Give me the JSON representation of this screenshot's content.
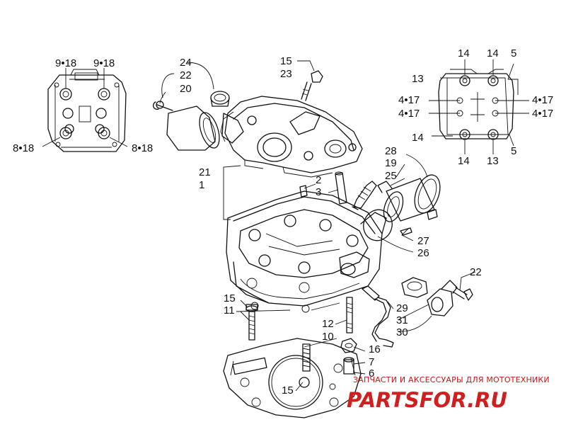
{
  "diagram": {
    "callouts": [
      {
        "id": "c-9-18-left",
        "text": "9•18"
      },
      {
        "id": "c-9-18-right",
        "text": "9•18"
      },
      {
        "id": "c-8-18-left",
        "text": "8•18"
      },
      {
        "id": "c-8-18-right",
        "text": "8•18"
      },
      {
        "id": "c-24",
        "text": "24"
      },
      {
        "id": "c-22-top",
        "text": "22"
      },
      {
        "id": "c-20",
        "text": "20"
      },
      {
        "id": "c-15-top",
        "text": "15"
      },
      {
        "id": "c-23",
        "text": "23"
      },
      {
        "id": "c-21",
        "text": "21"
      },
      {
        "id": "c-1",
        "text": "1"
      },
      {
        "id": "c-2",
        "text": "2"
      },
      {
        "id": "c-3",
        "text": "3"
      },
      {
        "id": "c-28",
        "text": "28"
      },
      {
        "id": "c-19",
        "text": "19"
      },
      {
        "id": "c-25",
        "text": "25"
      },
      {
        "id": "c-27",
        "text": "27"
      },
      {
        "id": "c-26",
        "text": "26"
      },
      {
        "id": "c-22-right",
        "text": "22"
      },
      {
        "id": "c-29",
        "text": "29"
      },
      {
        "id": "c-31",
        "text": "31"
      },
      {
        "id": "c-30",
        "text": "30"
      },
      {
        "id": "c-15-mid",
        "text": "15"
      },
      {
        "id": "c-11",
        "text": "11"
      },
      {
        "id": "c-12",
        "text": "12"
      },
      {
        "id": "c-10",
        "text": "10"
      },
      {
        "id": "c-16",
        "text": "16"
      },
      {
        "id": "c-7",
        "text": "7"
      },
      {
        "id": "c-6",
        "text": "6"
      },
      {
        "id": "c-15-bottom",
        "text": "15"
      },
      {
        "id": "c-14-a",
        "text": "14"
      },
      {
        "id": "c-14-b",
        "text": "14"
      },
      {
        "id": "c-5-top",
        "text": "5"
      },
      {
        "id": "c-13-top",
        "text": "13"
      },
      {
        "id": "c-4-17-a",
        "text": "4•17"
      },
      {
        "id": "c-4-17-b",
        "text": "4•17"
      },
      {
        "id": "c-4-17-c",
        "text": "4•17"
      },
      {
        "id": "c-4-17-d",
        "text": "4•17"
      },
      {
        "id": "c-14-c",
        "text": "14"
      },
      {
        "id": "c-14-d",
        "text": "14"
      },
      {
        "id": "c-13-bottom",
        "text": "13"
      },
      {
        "id": "c-5-bottom",
        "text": "5"
      }
    ]
  },
  "watermark": {
    "caption": "ЗАПЧАСТИ И АКСЕССУАРЫ ДЛЯ МОТОТЕХНИКИ",
    "logo": "PARTSFOR.RU",
    "color": "#d01f1f"
  }
}
